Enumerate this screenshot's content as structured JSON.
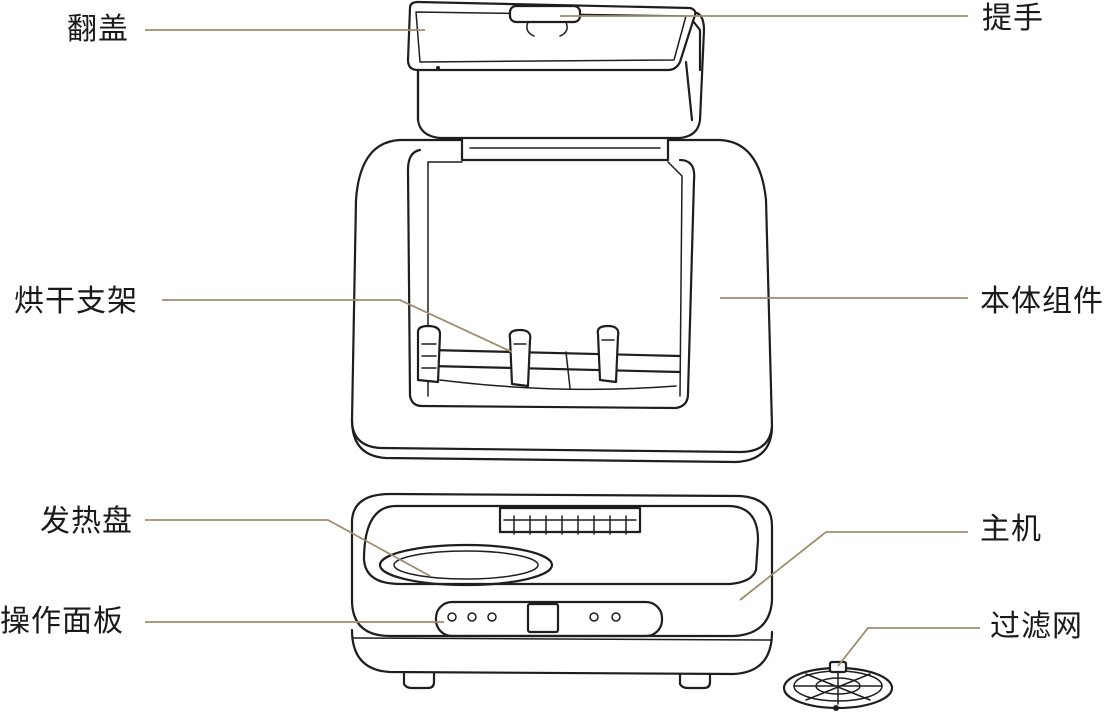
{
  "labels": {
    "lid": "翻盖",
    "handle": "提手",
    "drying_rack": "烘干支架",
    "body_assembly": "本体组件",
    "heating_plate": "发热盘",
    "main_unit": "主机",
    "control_panel": "操作面板",
    "filter": "过滤网"
  },
  "colors": {
    "leader_line": "#a08c6e",
    "outline": "#1e1e1e",
    "text": "#1a1a1a"
  }
}
